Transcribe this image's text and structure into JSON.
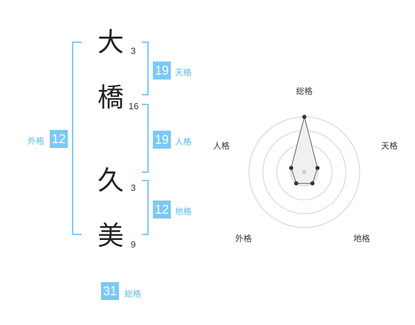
{
  "name": {
    "chars": [
      {
        "char": "大",
        "strokes": "3"
      },
      {
        "char": "橋",
        "strokes": "16"
      },
      {
        "char": "久",
        "strokes": "3"
      },
      {
        "char": "美",
        "strokes": "9"
      }
    ]
  },
  "fortunes": {
    "tenkaku": {
      "label": "天格",
      "value": "19"
    },
    "jinkaku": {
      "label": "人格",
      "value": "19"
    },
    "chikaku": {
      "label": "地格",
      "value": "12"
    },
    "gaikaku": {
      "label": "外格",
      "value": "12"
    },
    "soukaku": {
      "label": "総格",
      "value": "31"
    }
  },
  "radar": {
    "axes": [
      "総格",
      "天格",
      "地格",
      "外格",
      "人格"
    ],
    "levels": 4,
    "scores": [
      4,
      1,
      1,
      1,
      1
    ]
  },
  "colors": {
    "accent": "#7cc8f5",
    "accent_text": "#5fb9ef",
    "text": "#222222"
  }
}
